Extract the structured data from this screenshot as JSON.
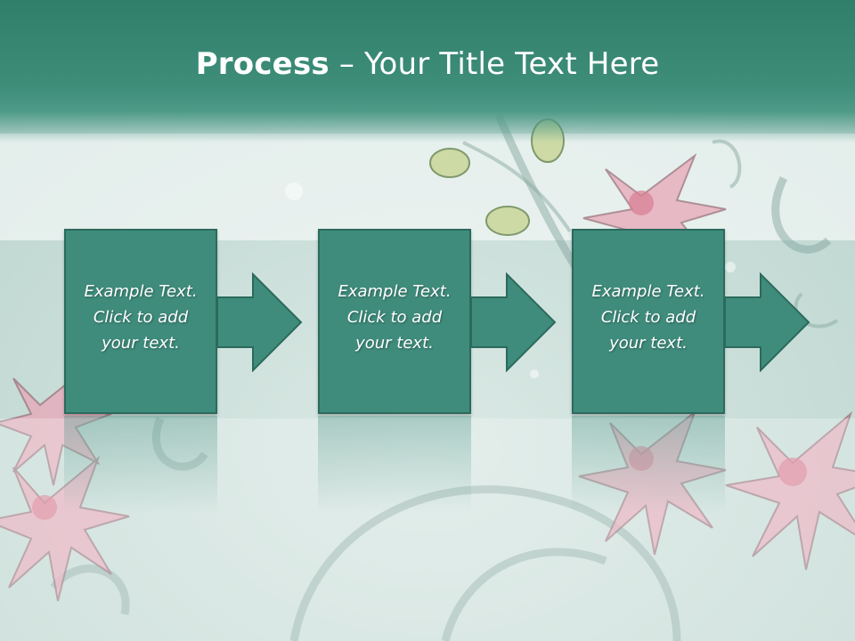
{
  "title": {
    "bold": "Process",
    "rest": " – Your Title Text Here"
  },
  "steps": [
    {
      "line1": "Example Text.",
      "line2": "Click  to add",
      "line3": "your text."
    },
    {
      "line1": "Example Text.",
      "line2": "Click  to add",
      "line3": "your text."
    },
    {
      "line1": "Example Text.",
      "line2": "Click  to add",
      "line3": "your text."
    }
  ],
  "colors": {
    "band": "#2f7f6b",
    "box": "#3f8c7c",
    "box_border": "#2b6a5c",
    "flower": "#e8a7b8"
  }
}
